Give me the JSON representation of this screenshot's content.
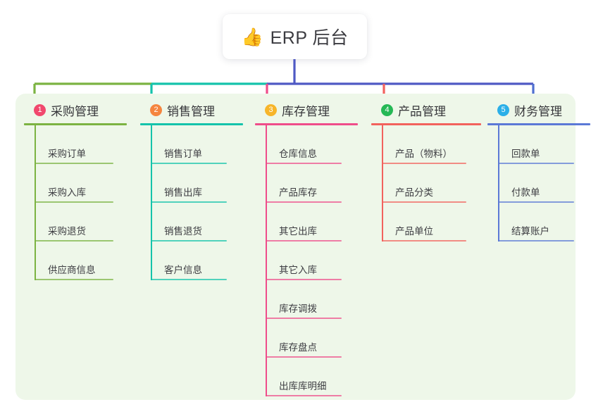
{
  "root": {
    "icon": "thumbs-up-emoji",
    "emoji": "👍",
    "title": "ERP 后台"
  },
  "panel": {
    "background": "#eef7e9"
  },
  "connector_colors": {
    "segment_left_green": "#7cb342",
    "segment_teal": "#15c3ab",
    "segment_purple": "#4f59c4",
    "drop_col1": "#7cb342",
    "drop_col2": "#15c3ab",
    "drop_col3": "#ef4d8a",
    "drop_col4": "#f2625d",
    "drop_col5": "#4f6fd0",
    "root_stem": "#4f59c4"
  },
  "columns": [
    {
      "number": "1",
      "title": "采购管理",
      "badge_color": "#f1486d",
      "line_color": "#7cb342",
      "items": [
        {
          "label": "采购订单"
        },
        {
          "label": "采购入库"
        },
        {
          "label": "采购退货"
        },
        {
          "label": "供应商信息"
        }
      ]
    },
    {
      "number": "2",
      "title": "销售管理",
      "badge_color": "#f5853f",
      "line_color": "#15c3ab",
      "items": [
        {
          "label": "销售订单"
        },
        {
          "label": "销售出库"
        },
        {
          "label": "销售退货"
        },
        {
          "label": "客户信息"
        }
      ]
    },
    {
      "number": "3",
      "title": "库存管理",
      "badge_color": "#f7b52a",
      "line_color": "#ef4d8a",
      "items": [
        {
          "label": "仓库信息"
        },
        {
          "label": "产品库存"
        },
        {
          "label": "其它出库"
        },
        {
          "label": "其它入库"
        },
        {
          "label": "库存调拨"
        },
        {
          "label": "库存盘点"
        },
        {
          "label": "出库库明细"
        }
      ]
    },
    {
      "number": "4",
      "title": "产品管理",
      "badge_color": "#25b855",
      "line_color": "#f2625d",
      "items": [
        {
          "label": "产品（物料）"
        },
        {
          "label": "产品分类"
        },
        {
          "label": "产品单位"
        }
      ]
    },
    {
      "number": "5",
      "title": "财务管理",
      "badge_color": "#2bafe8",
      "line_color": "#5b79d6",
      "items": [
        {
          "label": "回款单"
        },
        {
          "label": "付款单"
        },
        {
          "label": "结算账户"
        }
      ]
    }
  ]
}
